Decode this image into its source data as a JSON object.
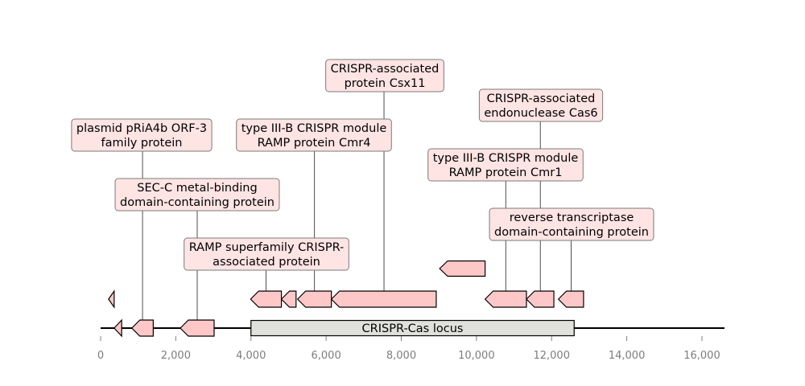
{
  "chart_data": {
    "type": "gene-map",
    "axis": {
      "min": 0,
      "max": 16600,
      "ticks": [
        0,
        2000,
        4000,
        6000,
        8000,
        10000,
        12000,
        14000,
        16000
      ],
      "tick_labels": [
        "0",
        "2,000",
        "4,000",
        "6,000",
        "8,000",
        "10,000",
        "12,000",
        "14,000",
        "16,000"
      ]
    },
    "locus": {
      "label": "CRISPR-Cas locus",
      "start": 4000,
      "end": 12600
    },
    "genes": [
      {
        "start": 360,
        "end": 560,
        "strand": -1,
        "lane": 0
      },
      {
        "start": 830,
        "end": 1400,
        "strand": -1,
        "lane": 0
      },
      {
        "start": 2120,
        "end": 3020,
        "strand": -1,
        "lane": 0
      },
      {
        "start": 210,
        "end": 360,
        "strand": -1,
        "lane": 1
      },
      {
        "start": 3990,
        "end": 4810,
        "strand": -1,
        "lane": 1
      },
      {
        "start": 4810,
        "end": 5200,
        "strand": -1,
        "lane": 1
      },
      {
        "start": 5240,
        "end": 6140,
        "strand": -1,
        "lane": 1
      },
      {
        "start": 6140,
        "end": 8930,
        "strand": -1,
        "lane": 1
      },
      {
        "start": 9020,
        "end": 10230,
        "strand": -1,
        "lane": 2
      },
      {
        "start": 10230,
        "end": 11330,
        "strand": -1,
        "lane": 1
      },
      {
        "start": 11330,
        "end": 12060,
        "strand": -1,
        "lane": 1
      },
      {
        "start": 12180,
        "end": 12850,
        "strand": -1,
        "lane": 1
      }
    ],
    "annotations": [
      {
        "lines": [
          "plasmid pRiA4b ORF-3",
          "family protein"
        ],
        "anchor": 1115,
        "gene_index": 1
      },
      {
        "lines": [
          "SEC-C metal-binding",
          "domain-containing protein"
        ],
        "anchor": 2570,
        "gene_index": 2
      },
      {
        "lines": [
          "RAMP superfamily CRISPR-",
          "associated protein"
        ],
        "anchor": 4400,
        "gene_index": 4
      },
      {
        "lines": [
          "type III-B CRISPR module",
          "RAMP protein Cmr4"
        ],
        "anchor": 5690,
        "gene_index": 6
      },
      {
        "lines": [
          "CRISPR-associated",
          "protein Csx11"
        ],
        "anchor": 7540,
        "gene_index": 7
      },
      {
        "lines": [
          "type III-B CRISPR module",
          "RAMP protein Cmr1"
        ],
        "anchor": 10780,
        "gene_index": 9
      },
      {
        "lines": [
          "CRISPR-associated",
          "endonuclease Cas6"
        ],
        "anchor": 11700,
        "gene_index": 10
      },
      {
        "lines": [
          "reverse transcriptase",
          "domain-containing protein"
        ],
        "anchor": 12520,
        "gene_index": 11
      }
    ]
  }
}
